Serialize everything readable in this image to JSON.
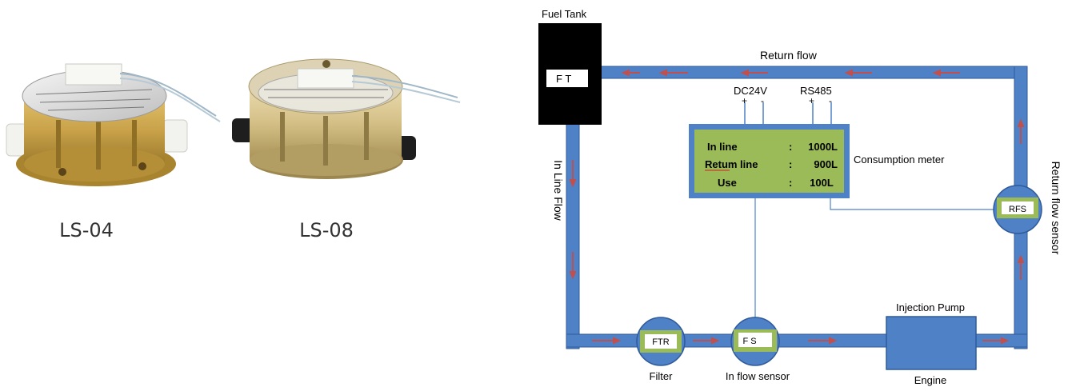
{
  "products": [
    {
      "model": "LS-04",
      "body_color": "#c9a24a",
      "port_color": "#f2f2ee"
    },
    {
      "model": "LS-08",
      "body_color": "#d4bf86",
      "port_color": "#1e1e1e"
    }
  ],
  "diagram": {
    "pipe_color": "#4f81c7",
    "pipe_edge_color": "#2f5a9a",
    "arrow_color": "#c0504d",
    "meter_fill": "#9bbb59",
    "tank_fill": "#000000",
    "fuel_tank": {
      "title": "Fuel Tank",
      "code": "F T"
    },
    "return_flow": {
      "label": "Return flow"
    },
    "in_line_flow": {
      "label": "In Line  Flow"
    },
    "return_flow_sensor": {
      "label": "Return flow sensor",
      "code": "RFS"
    },
    "filter": {
      "label": "Filter",
      "code": "FTR"
    },
    "in_flow_sensor": {
      "label": "In flow sensor",
      "code": "F S"
    },
    "injection_pump": {
      "label": "Injection Pump"
    },
    "engine": {
      "label": "Engine"
    },
    "consumption_meter": {
      "label": "Consumption  meter",
      "power": {
        "label": "DC24V",
        "plus": "+",
        "minus": "-"
      },
      "bus": {
        "label": "RS485",
        "plus": "+",
        "minus": "-"
      },
      "rows": [
        {
          "name": "In line",
          "sep": ":",
          "value": "1000L"
        },
        {
          "name": "Retum line",
          "sep": ":",
          "value": "900L"
        },
        {
          "name": "Use",
          "sep": ":",
          "value": "100L"
        }
      ]
    }
  }
}
